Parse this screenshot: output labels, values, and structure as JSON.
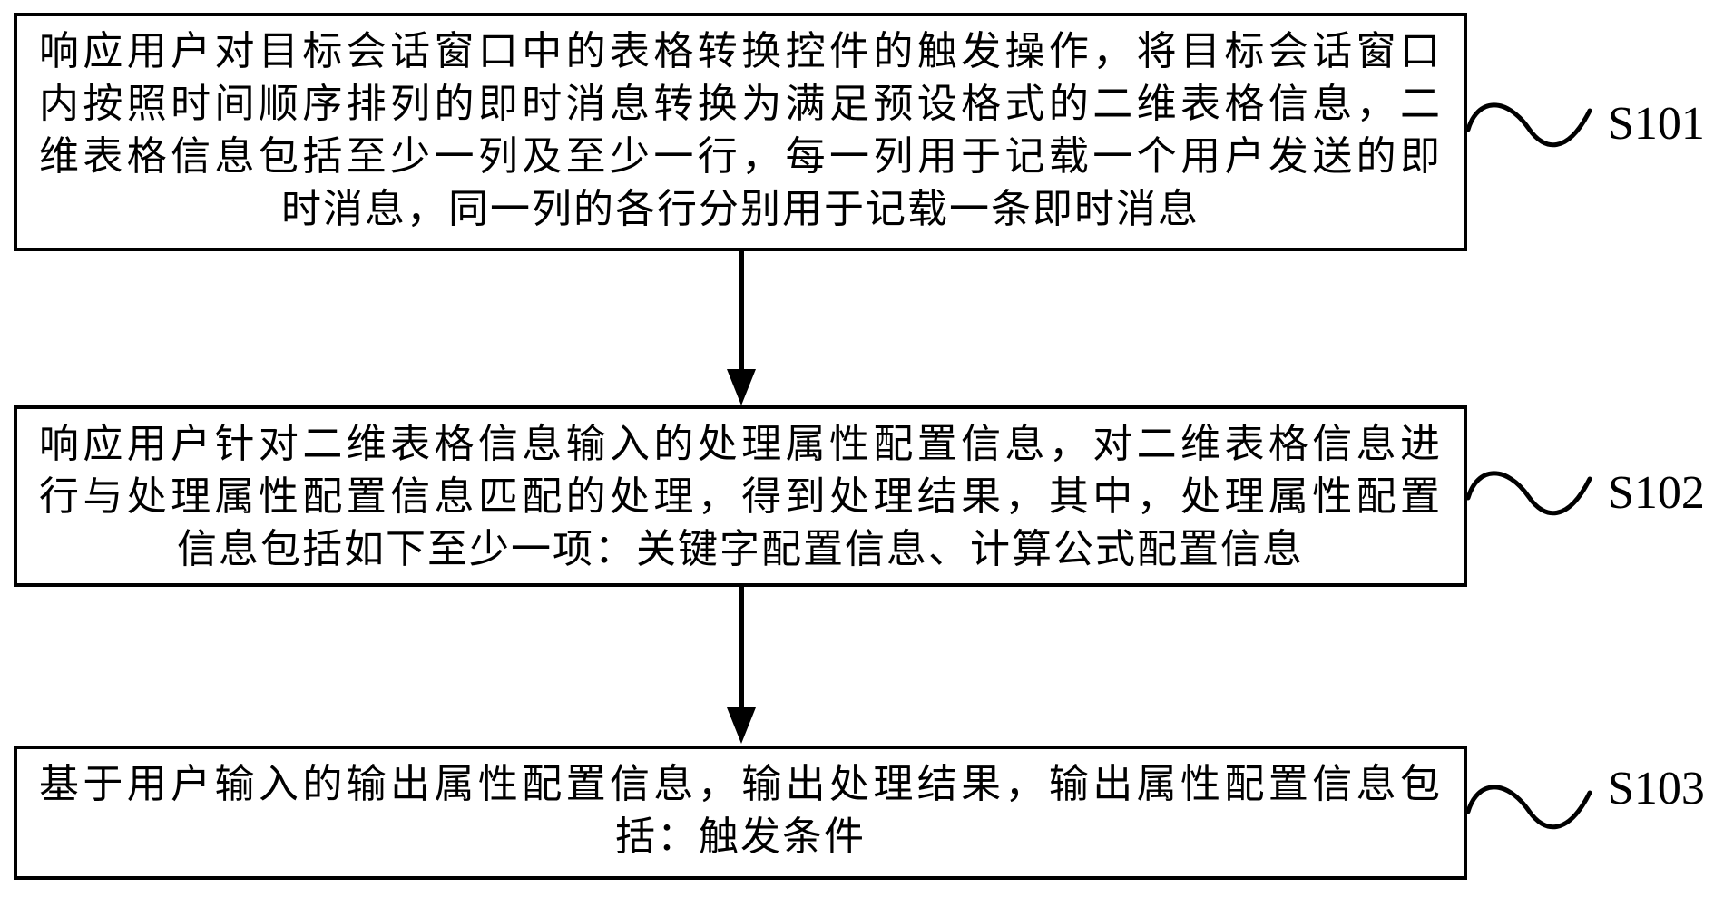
{
  "page": {
    "background_color": "#ffffff",
    "ink_color": "#000000"
  },
  "diagram": {
    "type": "flowchart",
    "direction": "top-down",
    "steps": [
      {
        "label": "S101",
        "lines": [
          "响应用户对目标会话窗口中的表格转换控件的触发操作，将目标会话窗口",
          "内按照时间顺序排列的即时消息转换为满足预设格式的二维表格信息，二",
          "维表格信息包括至少一列及至少一行，每一列用于记载一个用户发送的即",
          "时消息，同一列的各行分别用于记载一条即时消息"
        ]
      },
      {
        "label": "S102",
        "lines": [
          "响应用户针对二维表格信息输入的处理属性配置信息，对二维表格信息进",
          "行与处理属性配置信息匹配的处理，得到处理结果，其中，处理属性配置",
          "信息包括如下至少一项：关键字配置信息、计算公式配置信息"
        ]
      },
      {
        "label": "S103",
        "lines": [
          "基于用户输入的输出属性配置信息，输出处理结果，输出属性配置信息包",
          "括：触发条件"
        ]
      }
    ],
    "connectors": [
      {
        "from": "S101",
        "to": "S102"
      },
      {
        "from": "S102",
        "to": "S103"
      }
    ]
  }
}
